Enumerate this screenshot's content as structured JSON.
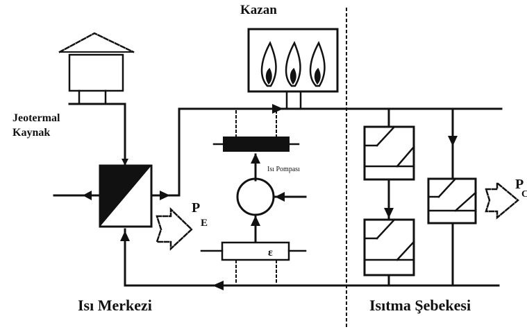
{
  "labels": {
    "kazan": "Kazan",
    "jeotermal_line1": "Jeotermal",
    "jeotermal_line2": "Kaynak",
    "isi_pompasi": "Isı Pompası",
    "isi_merkezi": "Isı Merkezi",
    "isitma_sebekesi": "Isıtma Şebekesi"
  },
  "symbols": {
    "pe": "P",
    "pe_sub": "E",
    "pc": "P",
    "pc_sub": "C",
    "epsilon": "ε"
  },
  "colors": {
    "ink": "#111111",
    "background": "#ffffff"
  }
}
